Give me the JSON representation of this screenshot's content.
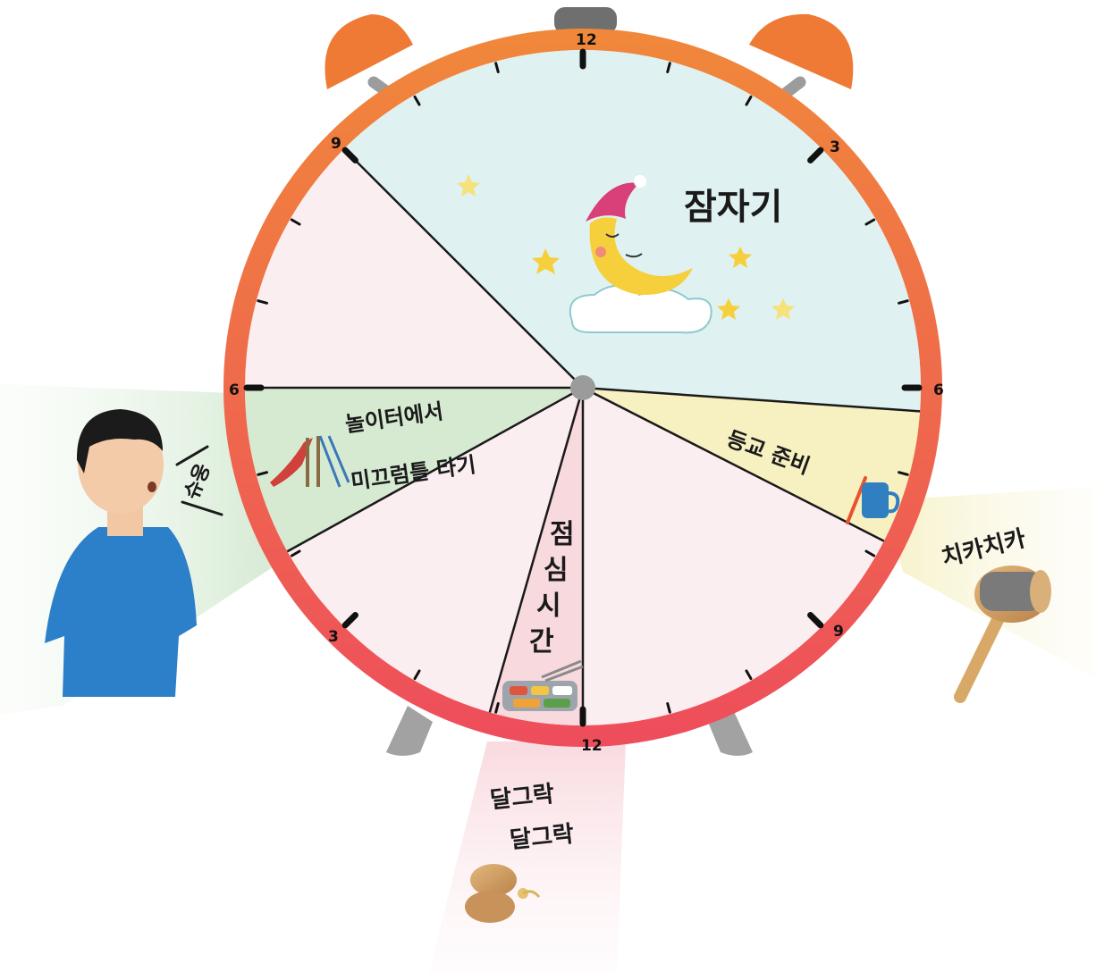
{
  "clock": {
    "numbers": {
      "top": "12",
      "upper_right": "3",
      "right": "6",
      "lower_right": "9",
      "bottom": "12",
      "lower_left": "3",
      "left": "6",
      "upper_left": "9"
    }
  },
  "segments": {
    "sleep": {
      "label": "잠자기",
      "icon": "sleeping-moon-icon",
      "color": "#dff2f1"
    },
    "school_prep": {
      "label": "등교 준비",
      "icon": "toothbrush-cup-icon",
      "color": "#f7f0c0"
    },
    "lunch": {
      "label_lines": [
        "점",
        "심",
        "시",
        "간"
      ],
      "icon": "lunch-tray-icon",
      "color": "#f8d9de"
    },
    "playground": {
      "label_lines": [
        "놀이터에서",
        "미끄럼틀 타기"
      ],
      "icon": "slide-icon",
      "color": "#d6ead2"
    }
  },
  "sounds": {
    "swoosh": {
      "text": "슈웅",
      "source": "boy-photo"
    },
    "cabasa": {
      "text": "치카치카",
      "source": "cabasa-icon"
    },
    "castanet": {
      "line1": "달그락",
      "line2": "달그락",
      "source": "castanet-icon"
    }
  },
  "colors": {
    "rim": "#ef5a4e",
    "bells": "#ee7a35",
    "feet": "#9a9a9a"
  }
}
